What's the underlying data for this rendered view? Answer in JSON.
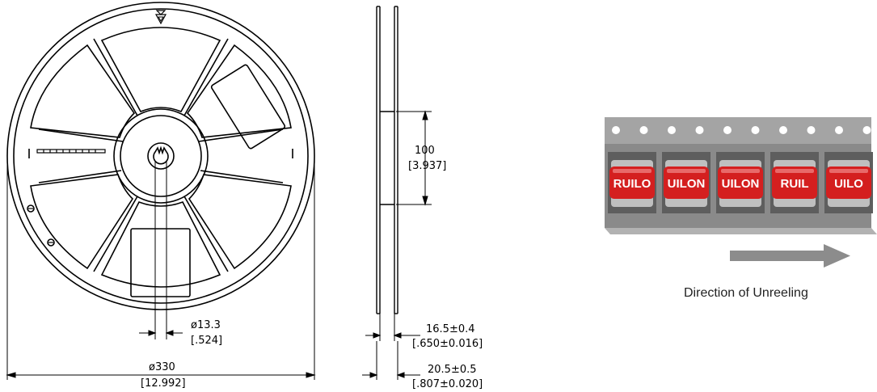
{
  "reel": {
    "hub_diameter": {
      "mm": "ø13.3",
      "inch": "[.524]"
    },
    "reel_diameter": {
      "mm": "ø330",
      "inch": "[12.992]"
    }
  },
  "side_view": {
    "window_height": {
      "mm": "100",
      "inch": "[3.937]"
    },
    "inner_width": {
      "mm": "16.5±0.4",
      "inch": "[.650±0.016]"
    },
    "outer_width": {
      "mm": "20.5±0.5",
      "inch": "[.807±0.020]"
    }
  },
  "tape": {
    "component_label": "RUILON",
    "component_count": 5,
    "colors": {
      "tape": "#9a9a9a",
      "pocket": "#5e5e5e",
      "component_red": "#d41f1f",
      "component_metal": "#bfbfbf",
      "arrow": "#8c8c8c"
    },
    "caption": "Direction of Unreeling"
  }
}
